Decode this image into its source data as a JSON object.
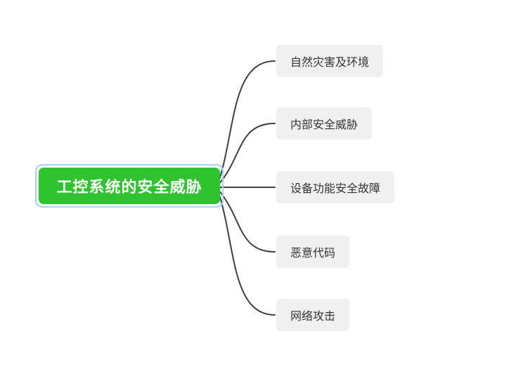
{
  "diagram": {
    "root": {
      "label": "工控系统的安全威胁"
    },
    "children": [
      {
        "label": "自然灾害及环境"
      },
      {
        "label": "内部安全威胁"
      },
      {
        "label": "设备功能安全故障"
      },
      {
        "label": "恶意代码"
      },
      {
        "label": "网络攻击"
      }
    ]
  },
  "colors": {
    "background": "#ffffff",
    "root_fill": "#2fc42f",
    "root_text": "#ffffff",
    "root_selection": "#a4d4f2",
    "child_fill": "#f0f0f0",
    "child_text": "#333333",
    "connector": "#3f3f3f"
  }
}
